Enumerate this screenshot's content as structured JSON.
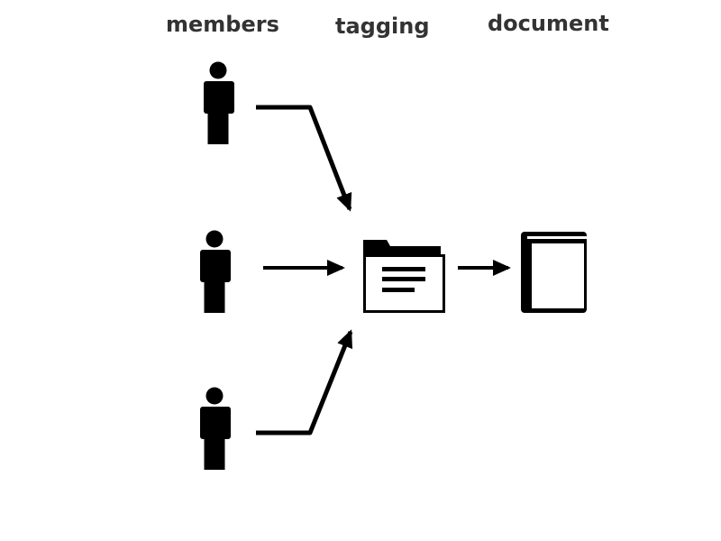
{
  "labels": {
    "members": "members",
    "tagging": "tagging",
    "document": "document"
  },
  "icons": {
    "member": "person-icon",
    "tagging": "folder-icon",
    "document": "book-icon"
  },
  "colors": {
    "label": "#333333",
    "ink": "#000000",
    "background": "#ffffff"
  }
}
